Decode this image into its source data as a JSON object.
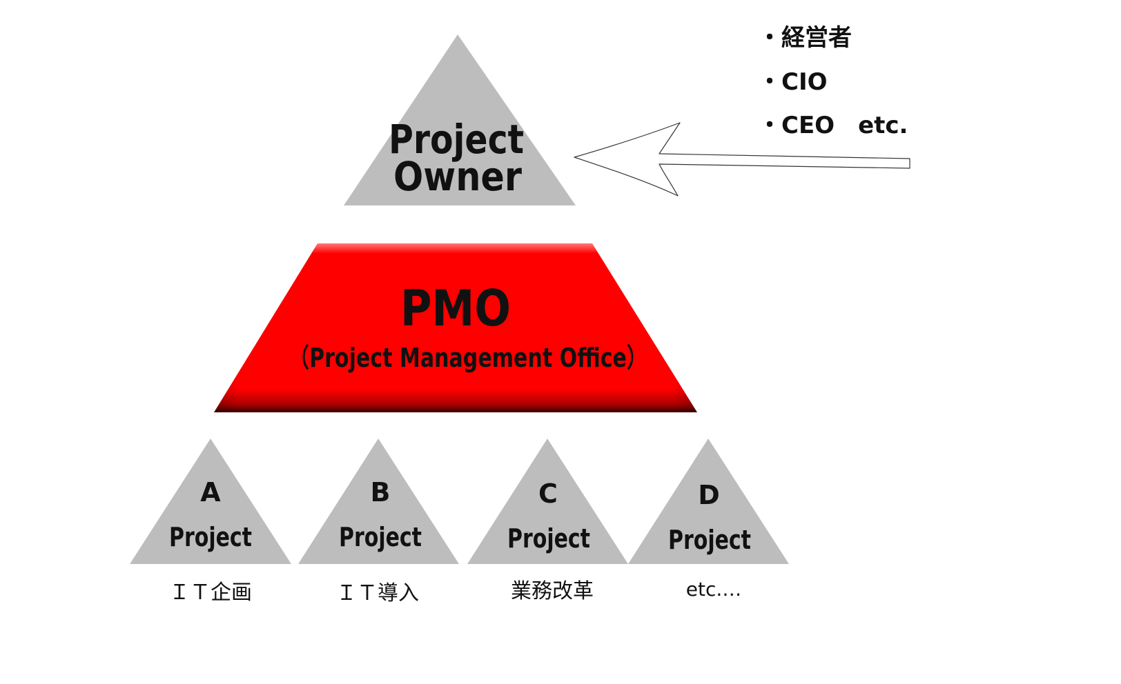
{
  "colors": {
    "triangle_fill": "#bdbdbd",
    "pmo_red": "#ff0000",
    "pmo_dark": "#5a0000",
    "text": "#111111",
    "arrow_stroke": "#333333"
  },
  "owner": {
    "line1": "Project",
    "line2": "Owner"
  },
  "owner_roles": [
    "・経営者",
    "・CIO",
    "・CEO　etc."
  ],
  "pmo": {
    "title": "PMO",
    "subtitle": "（Project Management Office）"
  },
  "projects": [
    {
      "letter": "A",
      "label": "Project",
      "caption": "ＩＴ企画"
    },
    {
      "letter": "B",
      "label": "Project",
      "caption": "ＩＴ導入"
    },
    {
      "letter": "C",
      "label": "Project",
      "caption": "業務改革"
    },
    {
      "letter": "D",
      "label": "Project",
      "caption": "etc.…"
    }
  ],
  "icons": {
    "pointer": "hollow-left-arrow-icon"
  }
}
